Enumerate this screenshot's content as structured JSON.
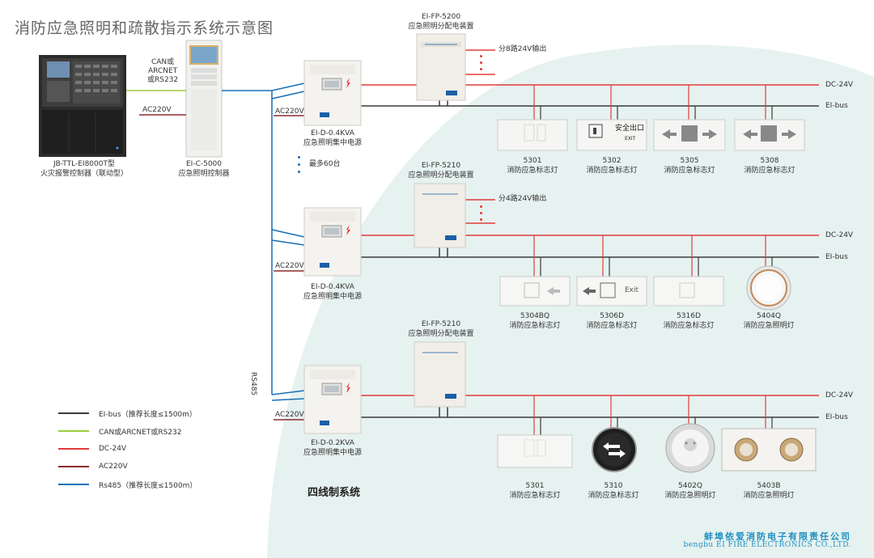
{
  "title": "消防应急照明和疏散指示系统示意图",
  "system_label": "四线制系统",
  "company": {
    "cn": "蚌埠依爱消防电子有限责任公司",
    "en": "bengbu EI FIRE ELECTRONICS CO.,LTD."
  },
  "colors": {
    "ei_bus": "#3a3a3a",
    "can": "#9ccc3c",
    "dc24v": "#e23b3b",
    "ac220v": "#8a2a2a",
    "rs485": "#1a6fb5",
    "accent": "#1f8fc0",
    "background_swoosh": "#e4f1ef"
  },
  "links": {
    "can_label": "CAN或\nARCNET\n或RS232",
    "rs485": "RS485"
  },
  "fire_panel": {
    "model": "JB-TTL-EI8000T型",
    "name": "火灾报警控制器（联动型）"
  },
  "controller": {
    "model": "EI-C-5000",
    "name": "应急照明控制器"
  },
  "rows": [
    {
      "ac_label": "AC220V",
      "power": {
        "model": "EI-D-0.4KVA",
        "name": "应急照明集中电源"
      },
      "distributor": {
        "model": "EI-FP-5200",
        "name": "应急照明分配电装置",
        "output": "分8路24V输出"
      },
      "dc_label": "DC-24V",
      "bus_label": "EI-bus",
      "note": "最多60台",
      "fixtures": [
        {
          "code": "5301",
          "name": "消防应急标志灯"
        },
        {
          "code": "5302",
          "name": "消防应急标志灯",
          "sign": "安全出口",
          "sign_en": "EXIT"
        },
        {
          "code": "5305",
          "name": "消防应急标志灯"
        },
        {
          "code": "5308",
          "name": "消防应急标志灯"
        }
      ]
    },
    {
      "ac_label": "AC220V",
      "power": {
        "model": "EI-D-0.4KVA",
        "name": "应急照明集中电源"
      },
      "distributor": {
        "model": "EI-FP-5210",
        "name": "应急照明分配电装置",
        "output": "分4路24V输出"
      },
      "dc_label": "DC-24V",
      "bus_label": "EI-bus",
      "fixtures": [
        {
          "code": "5304BQ",
          "name": "消防应急标志灯"
        },
        {
          "code": "5306D",
          "name": "消防应急标志灯",
          "sign_en": "Exit"
        },
        {
          "code": "5316D",
          "name": "消防应急标志灯"
        },
        {
          "code": "5404Q",
          "name": "消防应急照明灯"
        }
      ]
    },
    {
      "ac_label": "AC220V",
      "power": {
        "model": "EI-D-0.2KVA",
        "name": "应急照明集中电源"
      },
      "distributor": {
        "model": "EI-FP-5210",
        "name": "应急照明分配电装置"
      },
      "dc_label": "DC-24V",
      "bus_label": "EI-bus",
      "fixtures": [
        {
          "code": "5301",
          "name": "消防应急标志灯"
        },
        {
          "code": "5310",
          "name": "消防应急标志灯"
        },
        {
          "code": "5402Q",
          "name": "消防应急照明灯"
        },
        {
          "code": "5403B",
          "name": "消防应急照明灯"
        }
      ]
    }
  ],
  "legend": [
    {
      "label": "EI-bus（推荐长度≤1500m）",
      "color": "#3a3a3a"
    },
    {
      "label": "CAN或ARCNET或RS232",
      "color": "#9ccc3c"
    },
    {
      "label": "DC-24V",
      "color": "#e23b3b"
    },
    {
      "label": "AC220V",
      "color": "#8a2a2a"
    },
    {
      "label": "Rs485（推荐长度≤1500m）",
      "color": "#1a6fb5"
    }
  ]
}
